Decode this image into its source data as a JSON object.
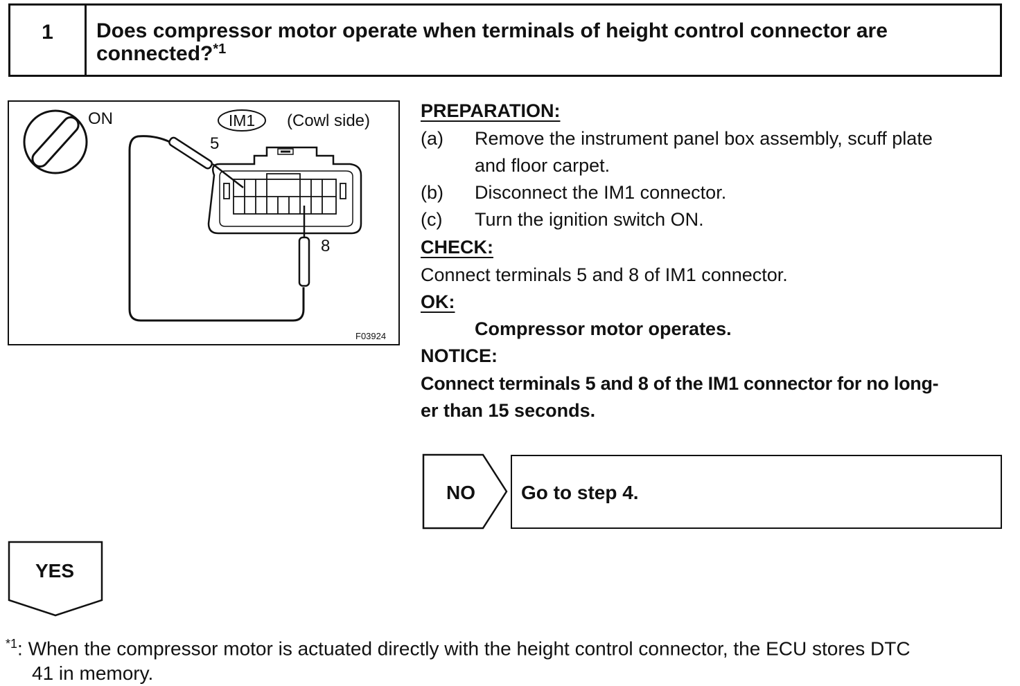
{
  "step": {
    "number": "1",
    "title": "Does compressor motor operate when terminals of height control connector are connected?",
    "title_sup": "*1"
  },
  "figure": {
    "labels": {
      "on": "ON",
      "connector": "IM1",
      "side": "(Cowl side)",
      "terminal_a": "5",
      "terminal_b": "8",
      "figure_id": "F03924"
    }
  },
  "preparation": {
    "heading": "PREPARATION:",
    "items": [
      {
        "letter": "(a)",
        "line1": "Remove the instrument panel box assembly, scuff plate",
        "line2": "and floor carpet."
      },
      {
        "letter": "(b)",
        "line1": "Disconnect the IM1 connector."
      },
      {
        "letter": "(c)",
        "line1": "Turn the ignition switch ON."
      }
    ]
  },
  "check": {
    "heading": "CHECK:",
    "text": "Connect terminals 5 and 8 of IM1 connector."
  },
  "ok": {
    "heading": "OK:",
    "text": "Compressor motor operates."
  },
  "notice": {
    "heading": "NOTICE:",
    "line1": "Connect terminals 5 and 8 of the IM1 connector for no long-",
    "line2": "er than 15 seconds."
  },
  "no_branch": {
    "label": "NO",
    "action": "Go to step 4."
  },
  "yes_branch": {
    "label": "YES"
  },
  "footnote": {
    "marker": "*1",
    "line1": ": When the compressor motor is actuated directly with the height control connector, the ECU stores DTC",
    "line2": "41 in memory."
  }
}
